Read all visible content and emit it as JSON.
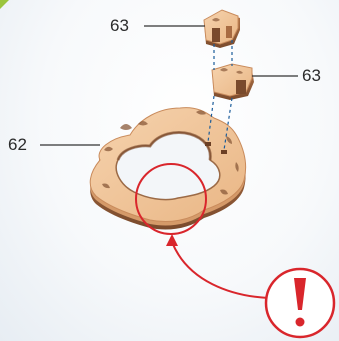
{
  "callouts": {
    "top_part": "63",
    "right_part": "63",
    "base_part": "62"
  },
  "warning": {
    "icon": "exclamation-mark",
    "circle_color": "#d9262c"
  },
  "colors": {
    "wood_light": "#f1c69a",
    "wood_dark": "#8a5a3a",
    "wood_edge": "#c98b5c",
    "highlight_ring": "#d9262c",
    "leader_line": "#333333"
  }
}
